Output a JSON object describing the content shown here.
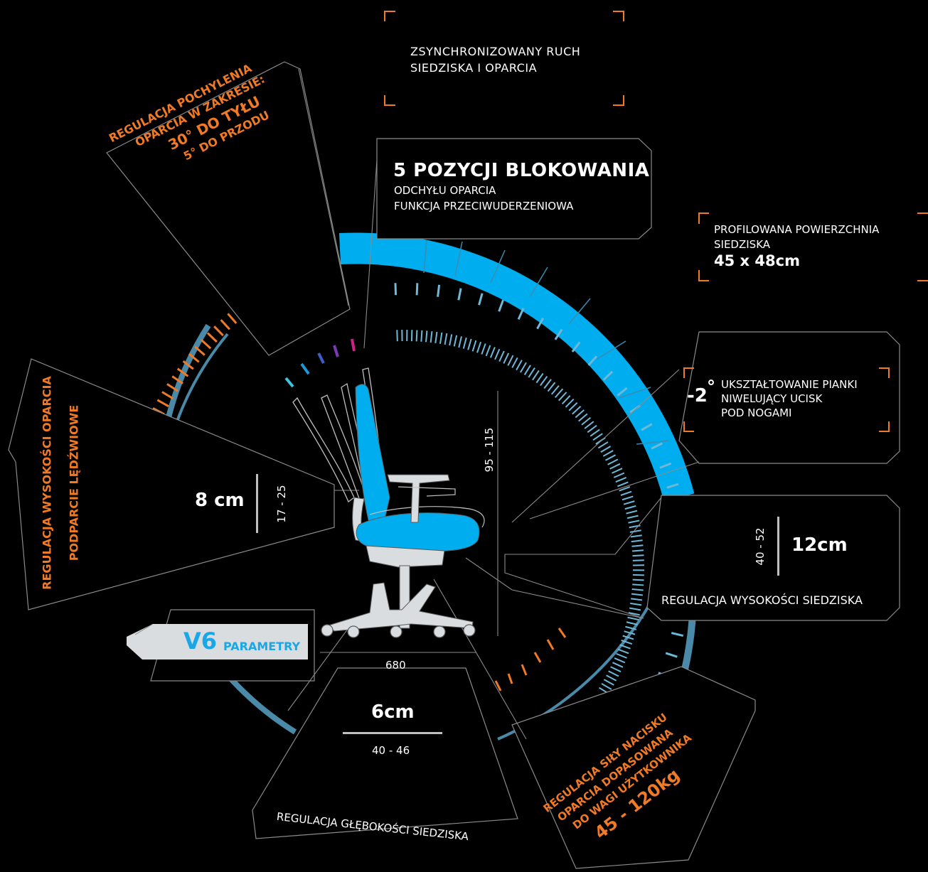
{
  "colors": {
    "background": "#000000",
    "accent_blue": "#00aeef",
    "ring_steel": "#4a8aa8",
    "accent_orange": "#f07a25",
    "outline_gray": "#8a8a8a",
    "chair_body": "#d9dde0"
  },
  "top_box": {
    "line1": "ZSYNCHRONIZOWANY RUCH",
    "line2": "SIEDZISKA I OPARCIA"
  },
  "lock_box": {
    "title": "5 POZYCJI BLOKOWANIA",
    "line1": "ODCHYŁU OPARCIA",
    "line2": "FUNKCJA PRZECIWUDERZENIOWA"
  },
  "tilt_panel": {
    "line1": "REGULACJA POCHYLENIA",
    "line2": "OPARCIA W ZAKRESIE:",
    "line3": "30° DO TYŁU",
    "line4": "5° DO PRZODU"
  },
  "seat_surface": {
    "line1": "PROFILOWANA POWIERZCHNIA",
    "line2": "SIEDZISKA",
    "size": "45 x 48cm"
  },
  "foam": {
    "angle": "-2",
    "degree": "°",
    "line1": "UKSZTAŁTOWANIE PIANKI",
    "line2": "NIWELUJĄCY UCISK",
    "line3": "POD NOGAMI"
  },
  "backrest_height": {
    "line1": "REGULACJA WYSOKOŚCI OPARCIA",
    "line2": "PODPARCIE LĘDŹWIOWE",
    "value": "8 cm",
    "range": "17 - 25"
  },
  "height_range": "95 - 115",
  "seat_height": {
    "range": "40 - 52",
    "value": "12cm",
    "label": "REGULACJA WYSOKOŚCI SIEDZISKA"
  },
  "badge": {
    "model": "V6",
    "text": "PARAMETRY"
  },
  "base_width": "680",
  "seat_depth": {
    "value": "6cm",
    "range": "40 - 46",
    "label": "REGULACJA GŁĘBOKOŚCI SIEDZISKA"
  },
  "tension": {
    "line1": "REGULACJA SIŁY NACISKU",
    "line2": "OPARCIA  DOPASOWANA",
    "line3": "DO WAGI UŻYTKOWNIKA",
    "weight": "45 - 120kg"
  }
}
